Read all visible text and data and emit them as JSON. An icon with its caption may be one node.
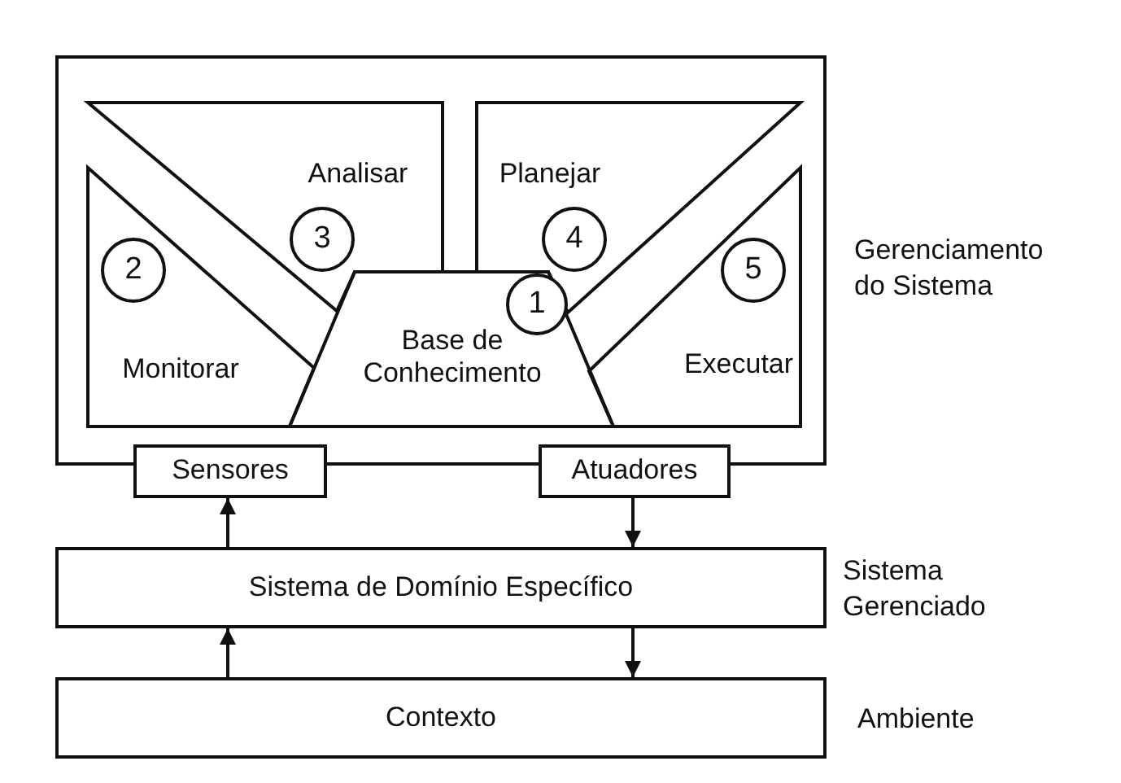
{
  "diagram": {
    "nodes": [
      {
        "text": [],
        "shape": "box",
        "beside": [
          "Gerenciamento do Sistema"
        ]
      },
      {
        "text": [
          "Analisar"
        ],
        "in": 0
      },
      {
        "text": [
          "3"
        ],
        "in": 1
      },
      {
        "text": [
          "Planejar"
        ],
        "in": 0
      },
      {
        "text": [
          "4"
        ],
        "in": 3
      },
      {
        "text": [
          "Monitorar"
        ],
        "in": 0
      },
      {
        "text": [
          "2"
        ],
        "in": 5
      },
      {
        "text": [
          "Executar"
        ],
        "in": 0
      },
      {
        "text": [
          "5"
        ],
        "in": 7
      },
      {
        "text": [
          "Base de Conhecimento"
        ],
        "in": 0
      },
      {
        "text": [
          "1"
        ],
        "in": 9
      },
      {
        "text": [
          "Sensores"
        ]
      },
      {
        "text": [
          "Atuadores"
        ]
      },
      {
        "text": [
          "Sistema de Domínio Específico"
        ],
        "beside": [
          "Sistema Gerenciado"
        ]
      },
      {
        "text": [
          "Contexto"
        ],
        "beside": [
          "Ambiente"
        ]
      }
    ],
    "edges": [
      {
        "from": 13,
        "to": 11,
        "arrow": "to"
      },
      {
        "from": 12,
        "to": 13,
        "arrow": "to"
      },
      {
        "from": 14,
        "to": 13,
        "arrow": "to"
      },
      {
        "from": 13,
        "to": 14,
        "arrow": "to"
      }
    ]
  }
}
